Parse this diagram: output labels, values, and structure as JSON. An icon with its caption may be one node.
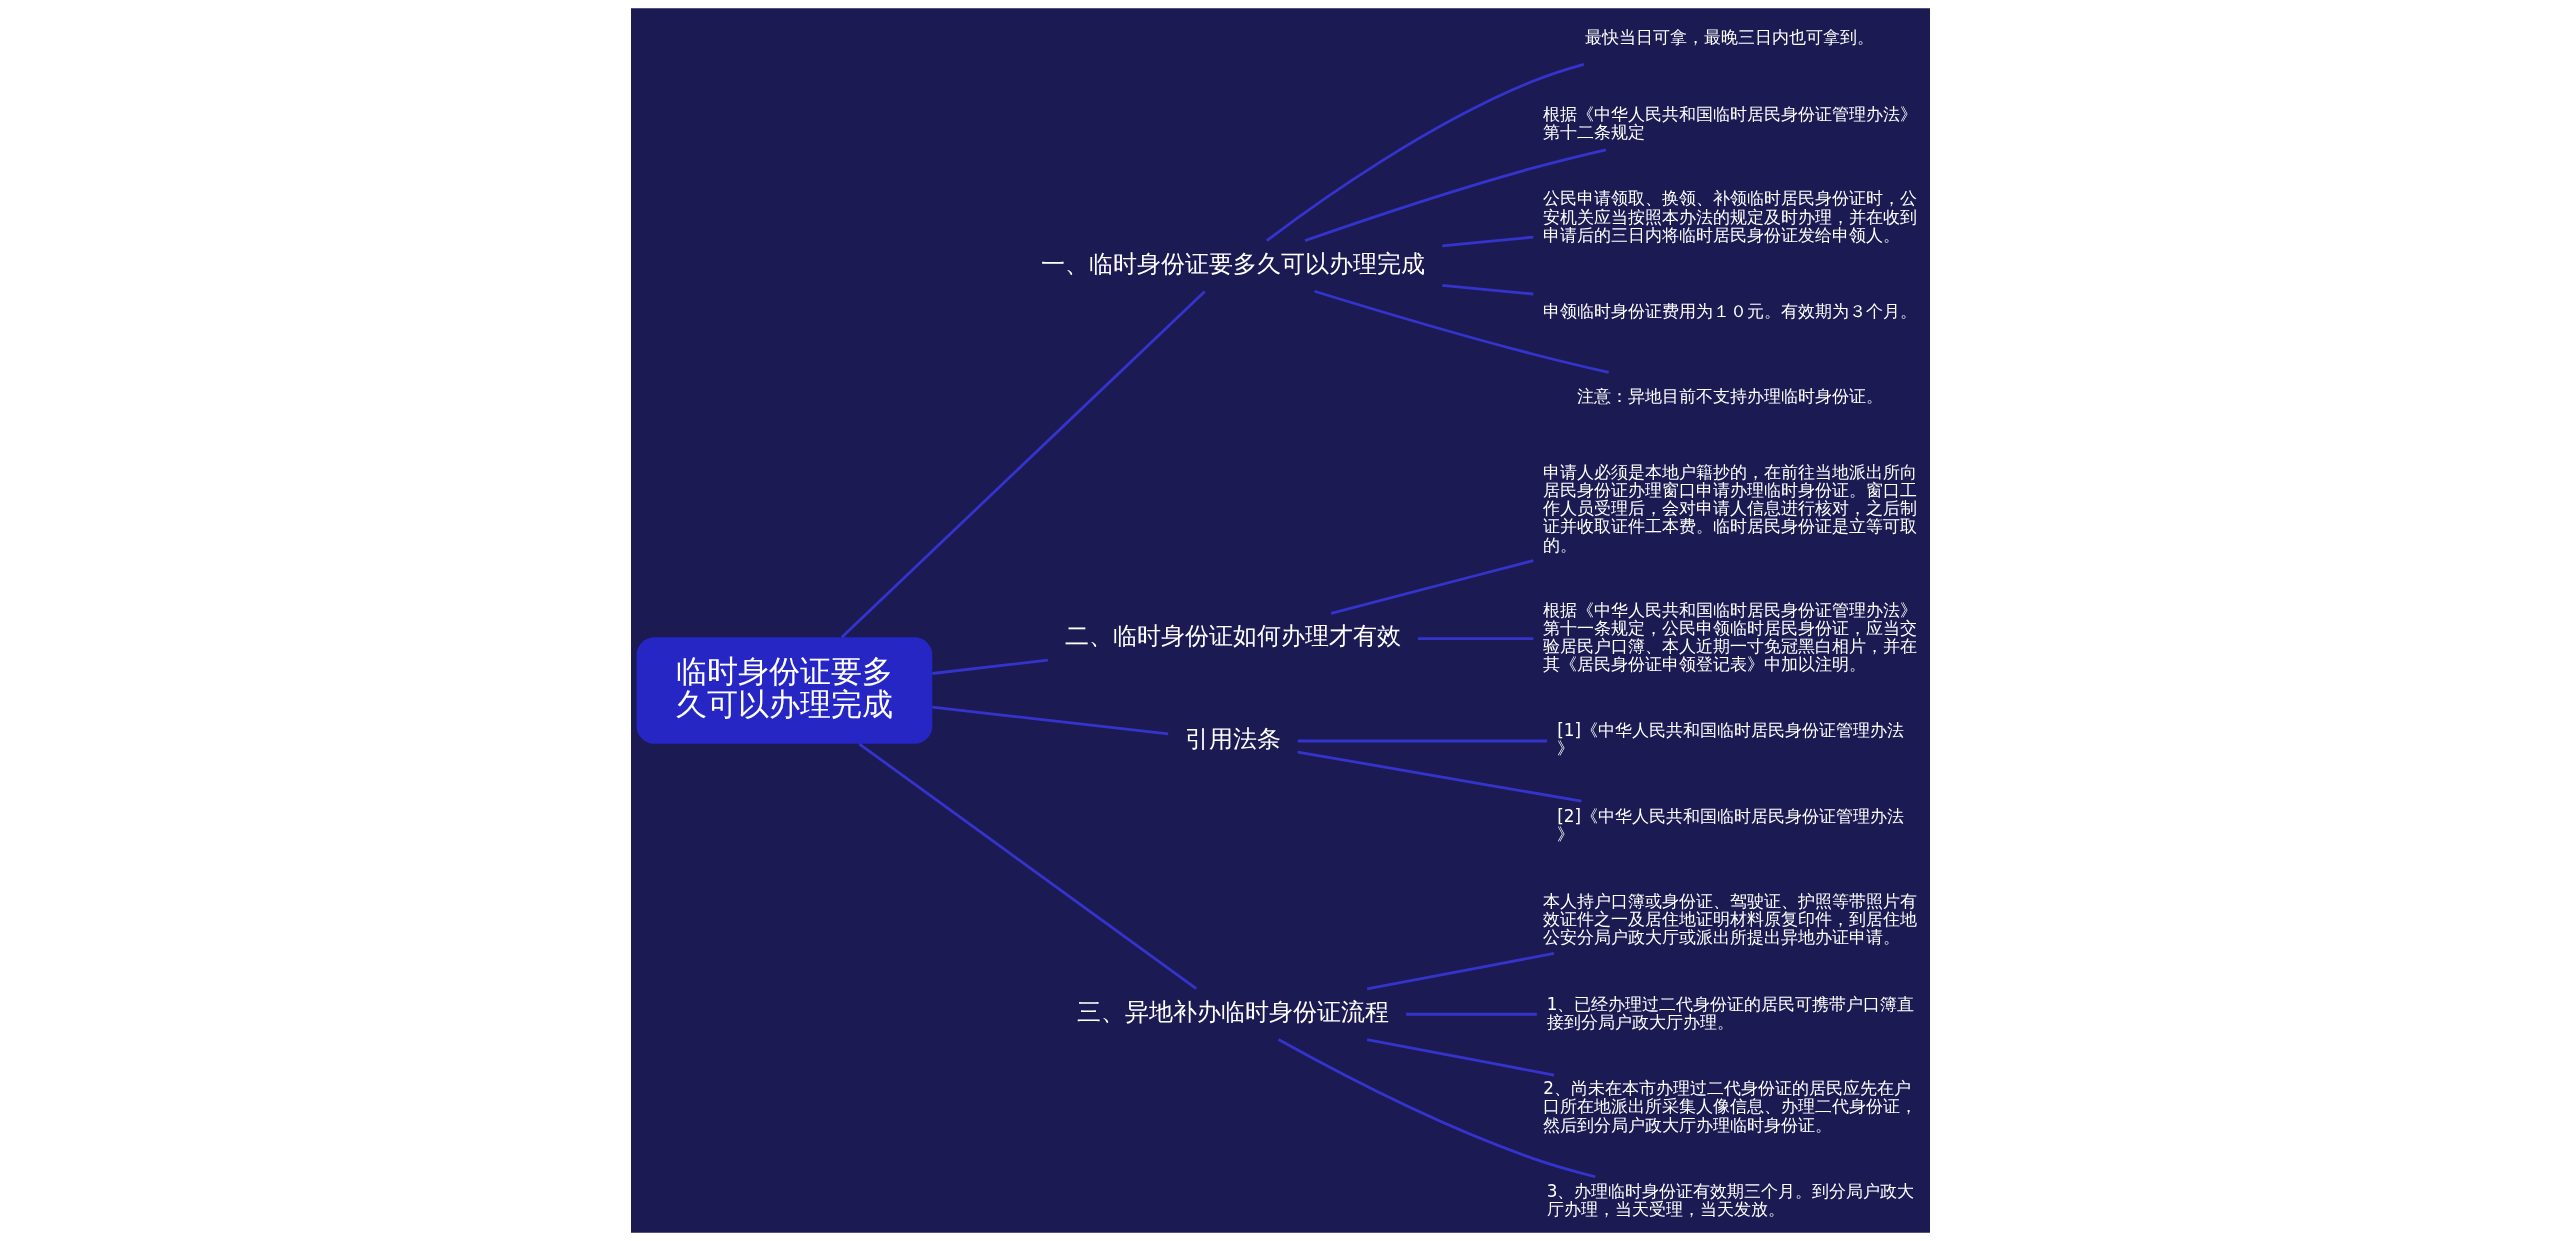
{
  "diagram": {
    "nodes": [
      {
        "text": [
          "临时身份证要多久可以办理完成"
        ]
      },
      {
        "text": [
          "一、临时身份证要多久可以办理完成"
        ]
      },
      {
        "text": [
          "最快当日可拿，最晚三日内也可拿到。"
        ]
      },
      {
        "text": [
          "根据《中华人民共和国临时居民身份证管理办法》第十二条规定"
        ]
      },
      {
        "text": [
          "公民申请领取、换领、补领临时居民身份证时，公安机关应当按照本办法的规定及时办理，并在收到申请后的三日内将临时居民身份证发给申领人。"
        ]
      },
      {
        "text": [
          "申领临时身份证费用为１０元。有效期为３个月。"
        ]
      },
      {
        "text": [
          "注意：异地目前不支持办理临时身份证。"
        ]
      },
      {
        "text": [
          "二、临时身份证如何办理才有效"
        ]
      },
      {
        "text": [
          "申请人必须是本地户籍抄的，在前往当地派出所向居民身份证办理窗口申请办理临时身份证。窗口工作人员受理后，会对申请人信息进行核对，之后制证并收取证件工本费。临时居民身份证是立等可取的。"
        ]
      },
      {
        "text": [
          "根据《中华人民共和国临时居民身份证管理办法》第十一条规定，公民申领临时居民身份证，应当交验居民户口簿、本人近期一寸免冠黑白相片，并在其《居民身份证申领登记表》中加以注明。"
        ]
      },
      {
        "text": [
          "引用法条"
        ]
      },
      {
        "text": [
          "[1]《中华人民共和国临时居民身份证管理办法》"
        ]
      },
      {
        "text": [
          "[2]《中华人民共和国临时居民身份证管理办法》"
        ]
      },
      {
        "text": [
          "三、异地补办临时身份证流程"
        ]
      },
      {
        "text": [
          "本人持户口簿或身份证、驾驶证、护照等带照片有效证件之一及居住地证明材料原复印件，到居住地公安分局户政大厅或派出所提出异地办证申请。"
        ]
      },
      {
        "text": [
          "1、已经办理过二代身份证的居民可携带户口簿直接到分局户政大厅办理。"
        ]
      },
      {
        "text": [
          "2、尚未在本市办理过二代身份证的居民应先在户口所在地派出所采集人像信息、办理二代身份证，然后到分局户政大厅办理临时身份证。"
        ]
      },
      {
        "text": [
          "3、办理临时身份证有效期三个月。到分局户政大厅办理，当天受理，当天发放。"
        ]
      }
    ],
    "edges": [
      {
        "from": 0,
        "to": 1,
        "arrow": "none"
      },
      {
        "from": 1,
        "to": 2,
        "arrow": "none"
      },
      {
        "from": 1,
        "to": 3,
        "arrow": "none"
      },
      {
        "from": 1,
        "to": 4,
        "arrow": "none"
      },
      {
        "from": 1,
        "to": 5,
        "arrow": "none"
      },
      {
        "from": 1,
        "to": 6,
        "arrow": "none"
      },
      {
        "from": 0,
        "to": 7,
        "arrow": "none"
      },
      {
        "from": 7,
        "to": 8,
        "arrow": "none"
      },
      {
        "from": 7,
        "to": 9,
        "arrow": "none"
      },
      {
        "from": 0,
        "to": 10,
        "arrow": "none"
      },
      {
        "from": 10,
        "to": 11,
        "arrow": "none"
      },
      {
        "from": 10,
        "to": 12,
        "arrow": "none"
      },
      {
        "from": 0,
        "to": 13,
        "arrow": "none"
      },
      {
        "from": 13,
        "to": 14,
        "arrow": "none"
      },
      {
        "from": 13,
        "to": 15,
        "arrow": "none"
      },
      {
        "from": 13,
        "to": 16,
        "arrow": "none"
      },
      {
        "from": 13,
        "to": 17,
        "arrow": "none"
      }
    ]
  }
}
